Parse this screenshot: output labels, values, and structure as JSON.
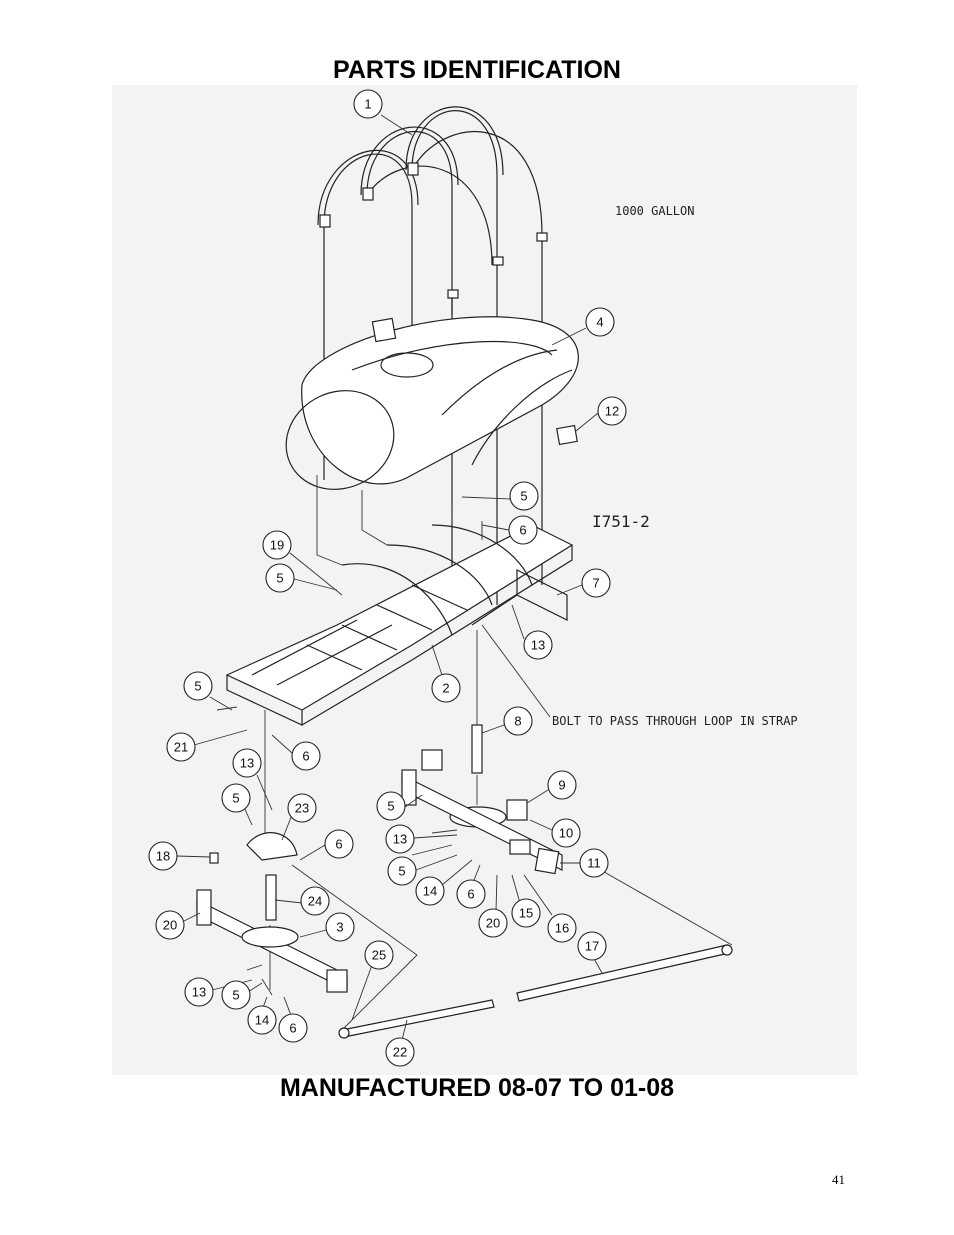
{
  "page": {
    "title": "PARTS IDENTIFICATION",
    "footer_title": "MANUFACTURED 08-07 TO 01-08",
    "page_number": "41"
  },
  "diagram": {
    "capacity_label": "1000 GALLON",
    "drawing_number": "I751-2",
    "bolt_note": "BOLT TO PASS THROUGH LOOP IN STRAP",
    "callouts": {
      "c1": "1",
      "c4": "4",
      "c12": "12",
      "c5a": "5",
      "c6a": "6",
      "c19": "19",
      "c5b": "5",
      "c7": "7",
      "c13a": "13",
      "c2": "2",
      "c5c": "5",
      "c8": "8",
      "c21": "21",
      "c6b": "6",
      "c13b": "13",
      "c5d": "5",
      "c23": "23",
      "c6c": "6",
      "c9": "9",
      "c5e": "5",
      "c10": "10",
      "c13c": "13",
      "c11": "11",
      "c5f": "5",
      "c14a": "14",
      "c6d": "6",
      "c18": "18",
      "c24": "24",
      "c20a": "20",
      "c15": "15",
      "c16": "16",
      "c20b": "20",
      "c3": "3",
      "c17": "17",
      "c25": "25",
      "c13d": "13",
      "c5g": "5",
      "c14b": "14",
      "c6e": "6",
      "c22": "22"
    }
  }
}
